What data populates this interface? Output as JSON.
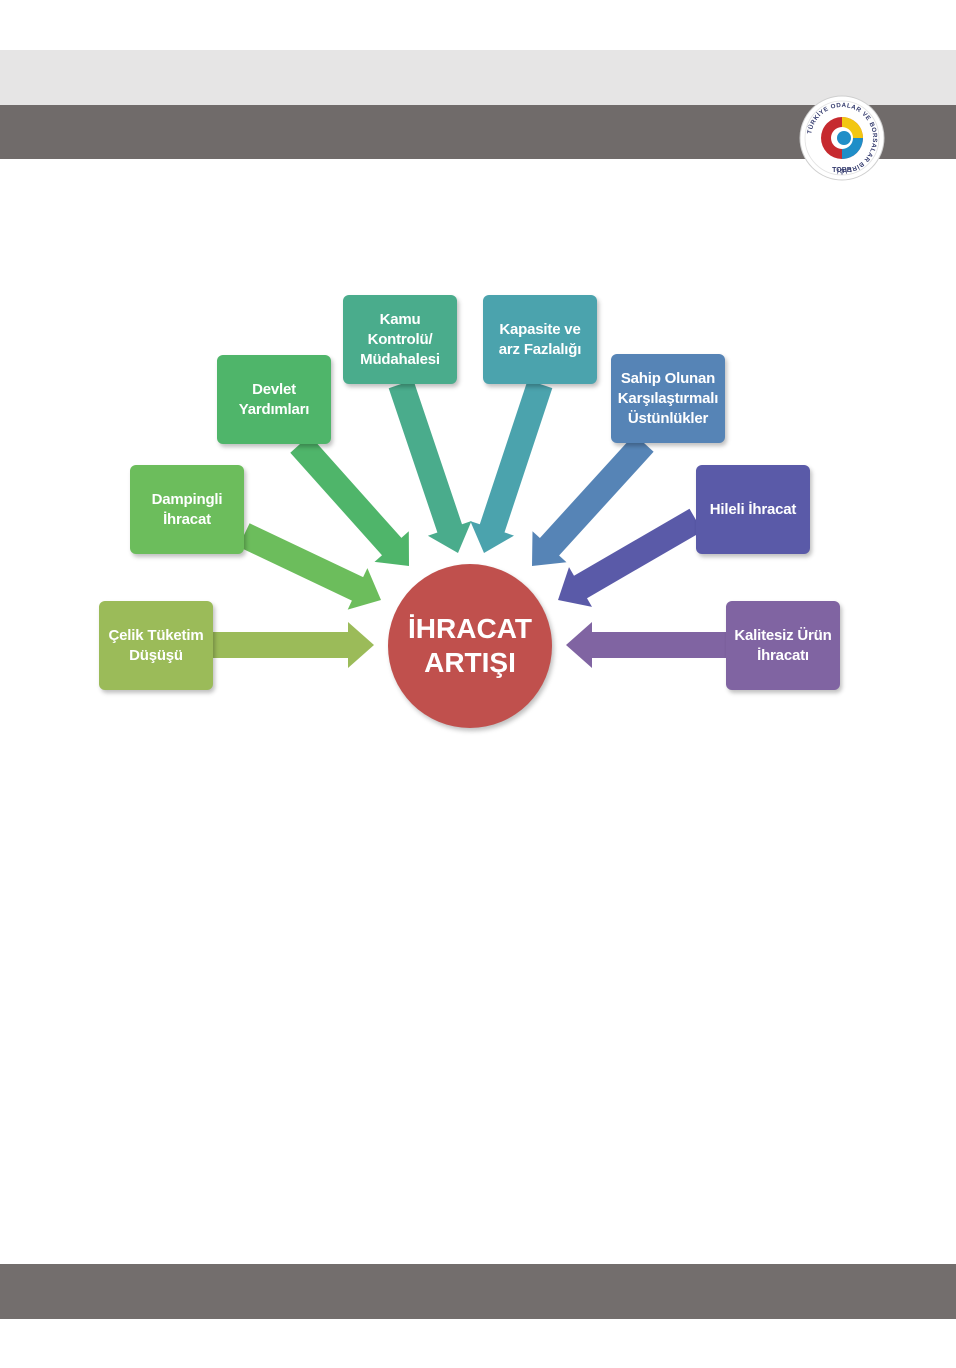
{
  "header": {
    "logo_text": "TÜRKİYE ODALAR VE BORSALAR BİRLİĞİ",
    "logo_abbr": "TOBB"
  },
  "diagram": {
    "center": {
      "label": "İHRACAT\nARTIŞI",
      "color": "#c0504d"
    },
    "nodes": [
      {
        "id": "celik",
        "label": "Çelik Tüketim\nDüşüşü",
        "color": "#9bbb59"
      },
      {
        "id": "damping",
        "label": "Dampingli\nİhracat",
        "color": "#6cbd5c"
      },
      {
        "id": "devlet",
        "label": "Devlet\nYardımları",
        "color": "#4fb56a"
      },
      {
        "id": "kamu",
        "label": "Kamu\nKontrolü/\nMüdahalesi",
        "color": "#4aac8c"
      },
      {
        "id": "kapasite",
        "label": "Kapasite ve\narz Fazlalığı",
        "color": "#4ba3ad"
      },
      {
        "id": "sahip",
        "label": "Sahip Olunan\nKarşılaştırmalı\nÜstünlükler",
        "color": "#5684b6"
      },
      {
        "id": "hileli",
        "label": "Hileli İhracat",
        "color": "#5a5aa8"
      },
      {
        "id": "kalitesiz",
        "label": "Kalitesiz Ürün\nİhracatı",
        "color": "#8064a2"
      }
    ]
  }
}
